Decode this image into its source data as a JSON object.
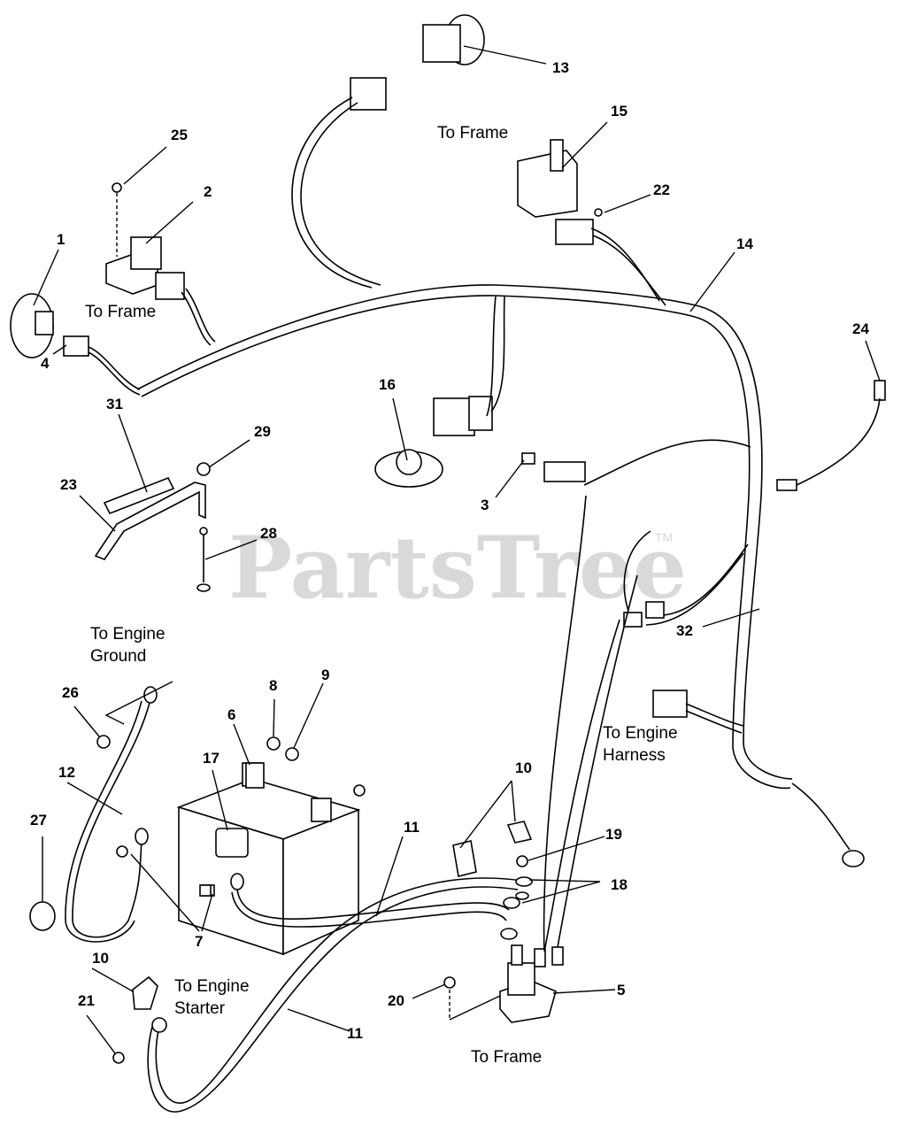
{
  "watermark": {
    "text": "PartsTree",
    "tm": "TM"
  },
  "callouts": {
    "c1": "1",
    "c2": "2",
    "c3": "3",
    "c4": "4",
    "c5": "5",
    "c6": "6",
    "c7": "7",
    "c8": "8",
    "c9": "9",
    "c10a": "10",
    "c10b": "10",
    "c11a": "11",
    "c11b": "11",
    "c12": "12",
    "c13": "13",
    "c14": "14",
    "c15": "15",
    "c16": "16",
    "c17": "17",
    "c18": "18",
    "c19": "19",
    "c20": "20",
    "c21": "21",
    "c22": "22",
    "c23": "23",
    "c24": "24",
    "c25": "25",
    "c26": "26",
    "c27": "27",
    "c28": "28",
    "c29": "29",
    "c31": "31",
    "c32": "32"
  },
  "notes": {
    "to_frame_top": "To Frame",
    "to_frame_left": "To Frame",
    "to_frame_bottom": "To Frame",
    "to_engine_ground_1": "To Engine",
    "to_engine_ground_2": "Ground",
    "to_engine_harness_1": "To Engine",
    "to_engine_harness_2": "Harness",
    "to_engine_starter_1": "To Engine",
    "to_engine_starter_2": "Starter"
  }
}
